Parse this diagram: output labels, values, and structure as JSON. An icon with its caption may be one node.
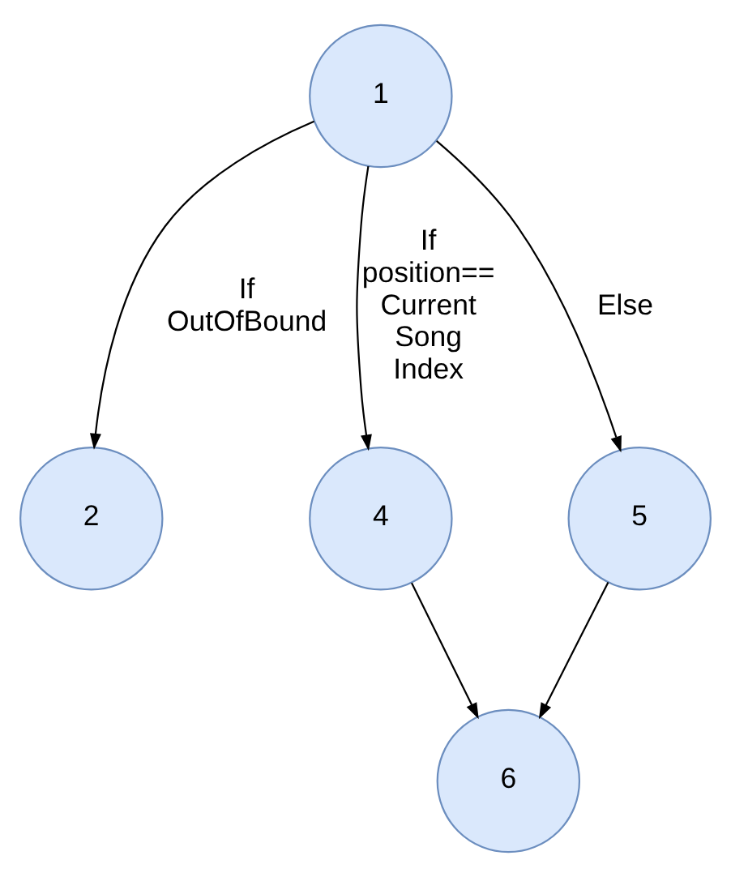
{
  "diagram": {
    "nodes": [
      {
        "text": [
          "1"
        ]
      },
      {
        "text": [
          "2"
        ]
      },
      {
        "text": [
          "4"
        ]
      },
      {
        "text": [
          "5"
        ]
      },
      {
        "text": [
          "6"
        ]
      }
    ],
    "edges": [
      {
        "from": 0,
        "to": 1,
        "arrow": "to",
        "label": "If OutOfBound"
      },
      {
        "from": 0,
        "to": 2,
        "arrow": "to",
        "label": "If position== Current Song Index"
      },
      {
        "from": 0,
        "to": 3,
        "arrow": "to",
        "label": "Else"
      },
      {
        "from": 2,
        "to": 4,
        "arrow": "to"
      },
      {
        "from": 3,
        "to": 4,
        "arrow": "to"
      }
    ]
  }
}
